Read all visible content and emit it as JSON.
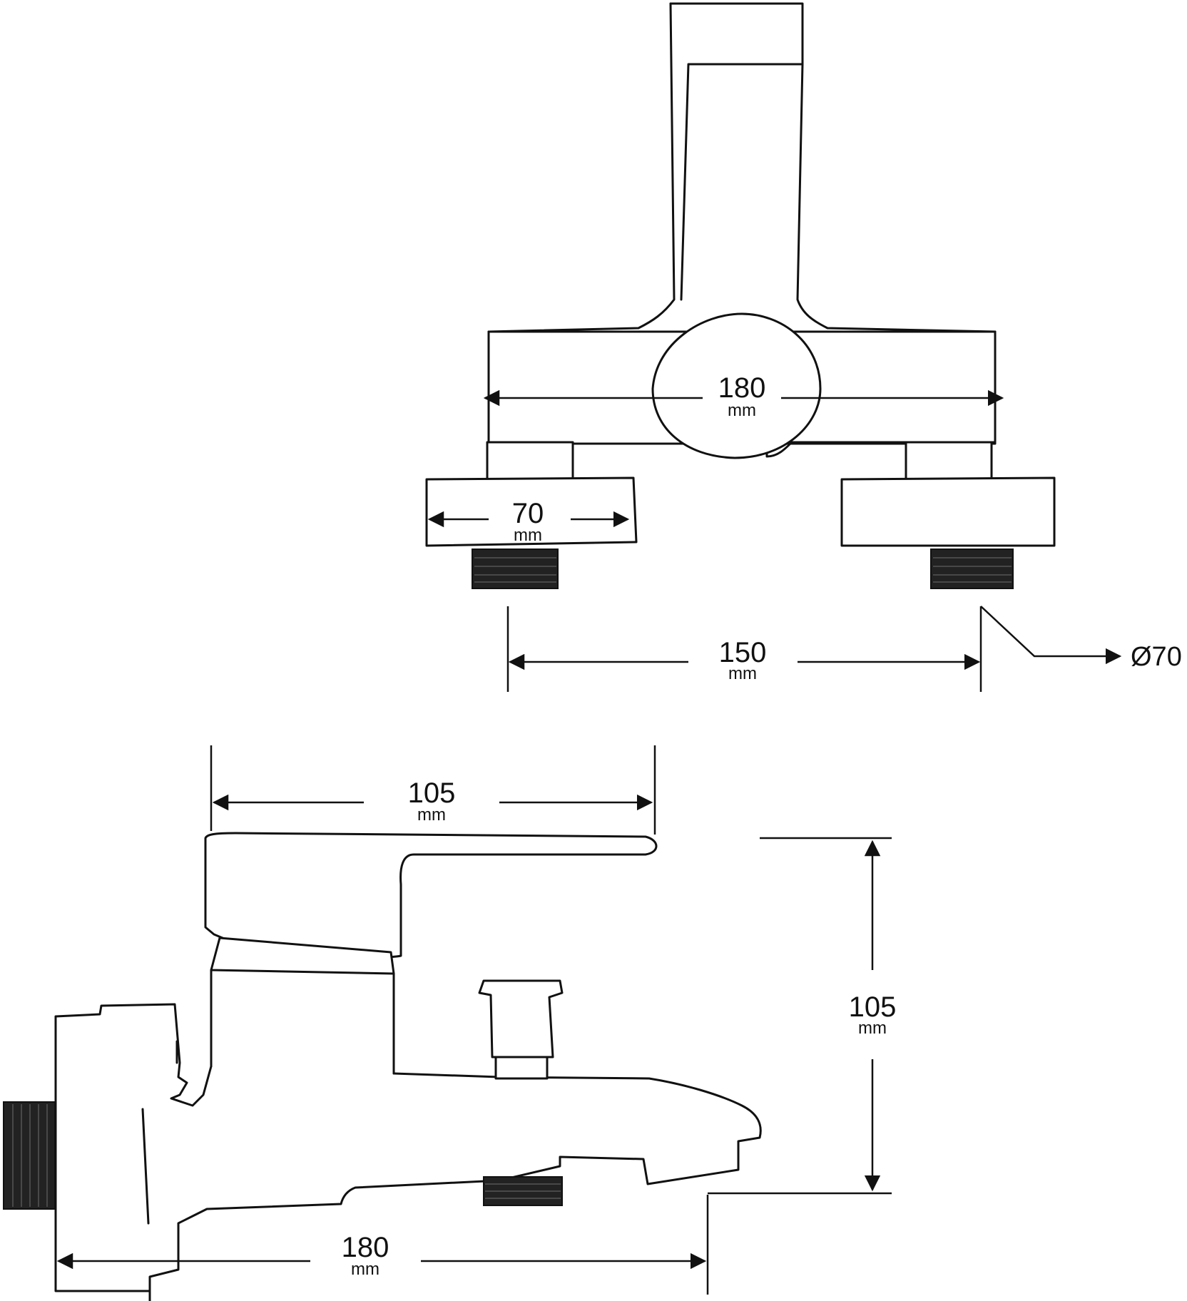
{
  "dimensions": {
    "top_width": {
      "value": "180",
      "unit": "mm"
    },
    "eccentric_width": {
      "value": "70",
      "unit": "mm"
    },
    "inlet_spacing": {
      "value": "150",
      "unit": "mm"
    },
    "eccentric_diameter": "Ø70",
    "lever_length": {
      "value": "105",
      "unit": "mm"
    },
    "height": {
      "value": "105",
      "unit": "mm"
    },
    "bottom_depth": {
      "value": "180",
      "unit": "mm"
    }
  }
}
